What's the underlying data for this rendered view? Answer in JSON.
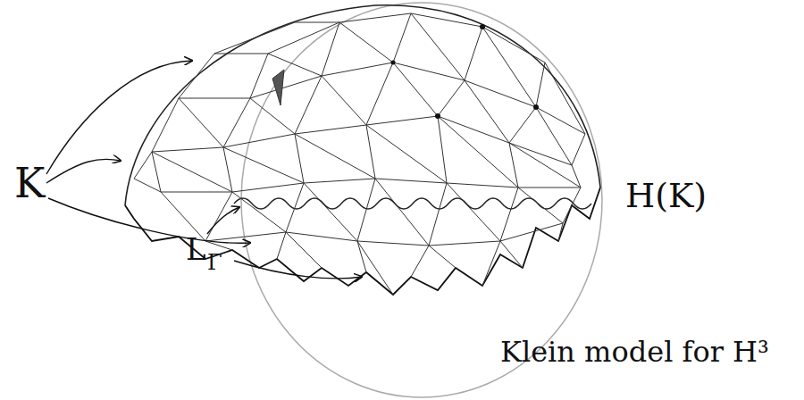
{
  "diagram": {
    "labels": [
      "K",
      "L",
      "Γ",
      "H(K)",
      "Klein model for H³"
    ]
  }
}
